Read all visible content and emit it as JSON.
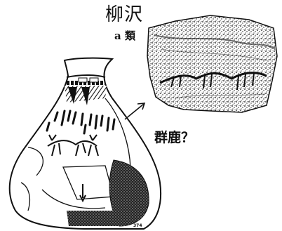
{
  "site": {
    "title": "柳沢",
    "type_label": "a 類"
  },
  "annotation": {
    "text": "群鹿？"
  },
  "figure": {
    "catalog_number": "374"
  },
  "colors": {
    "ink": "#111111",
    "paper": "#ffffff",
    "stone": "#3a3a3a"
  }
}
